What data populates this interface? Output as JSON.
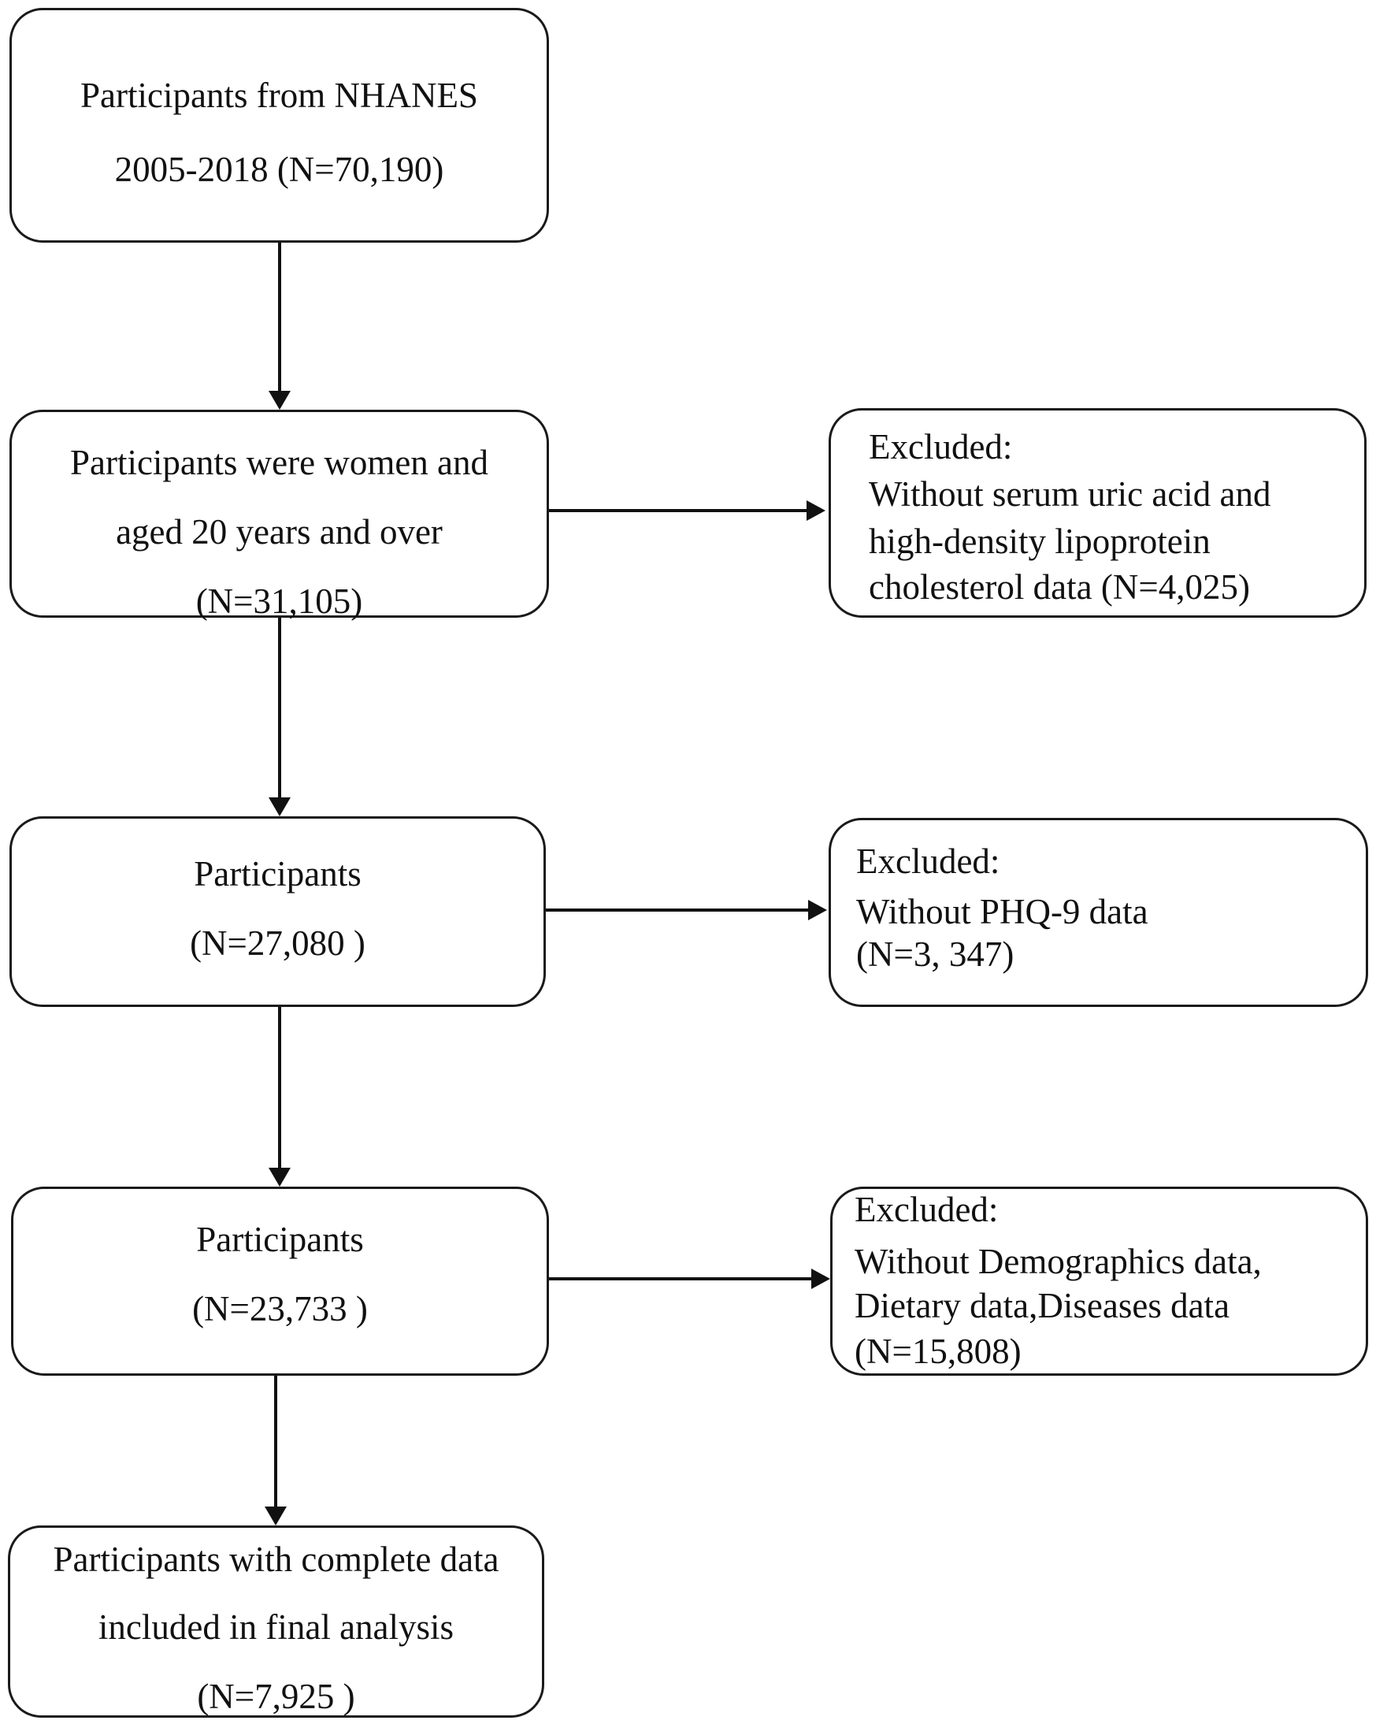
{
  "flowchart": {
    "main_boxes": [
      {
        "lines": [
          "Participants from NHANES",
          "2005-2018 (N=70,190)"
        ]
      },
      {
        "lines": [
          "Participants were women and",
          "aged 20 years and over",
          "(N=31,105)"
        ]
      },
      {
        "lines": [
          "Participants",
          "(N=27,080 )"
        ]
      },
      {
        "lines": [
          "Participants",
          "(N=23,733 )"
        ]
      },
      {
        "lines": [
          "Participants with complete data",
          "included in final analysis",
          "(N=7,925 )"
        ]
      }
    ],
    "exclusion_boxes": [
      {
        "lines": [
          "Excluded:",
          "Without serum uric acid and",
          "high-density lipoprotein",
          "cholesterol data (N=4,025)"
        ]
      },
      {
        "lines": [
          "Excluded:",
          "Without PHQ-9 data",
          "(N=3, 347)"
        ]
      },
      {
        "lines": [
          "Excluded:",
          "Without Demographics data,",
          "Dietary data,Diseases data",
          "(N=15,808)"
        ]
      }
    ]
  }
}
